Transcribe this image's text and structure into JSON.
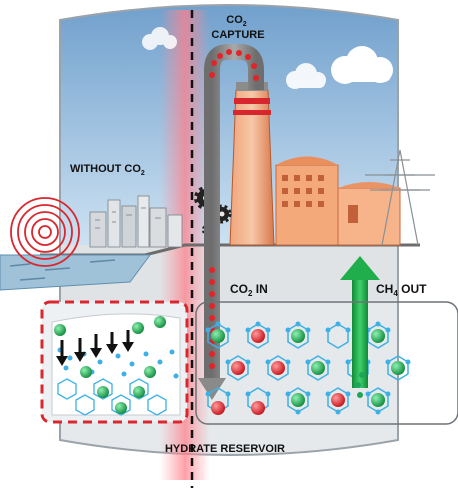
{
  "labels": {
    "capture_line1": "CO",
    "capture_sub": "2",
    "capture_line2": "CAPTURE",
    "without_main": "WITHOUT CO",
    "without_sub": "2",
    "co2_in_main": "CO",
    "co2_in_sub": "2",
    "co2_in_tail": " IN",
    "ch4_out_main": "CH",
    "ch4_out_sub": "4",
    "ch4_out_tail": " OUT",
    "reservoir": "HYDRATE RESERVOIR"
  },
  "colors": {
    "sky": "#a9cde9",
    "ground": "#dfe3e6",
    "reservoir": "#e9ecee",
    "co2_molecule": "#e0242a",
    "ch4_molecule": "#1ea55a",
    "water_node": "#3db1e6",
    "arrow_gray": "#8a8a8a",
    "arrow_green": "#1fae4b",
    "alert_red": "#d9272e"
  },
  "icons": {
    "gears": "gear-icon",
    "seismic": "seismic-wave-icon",
    "cloud": "cloud-icon",
    "pylon": "power-pylon-icon"
  }
}
